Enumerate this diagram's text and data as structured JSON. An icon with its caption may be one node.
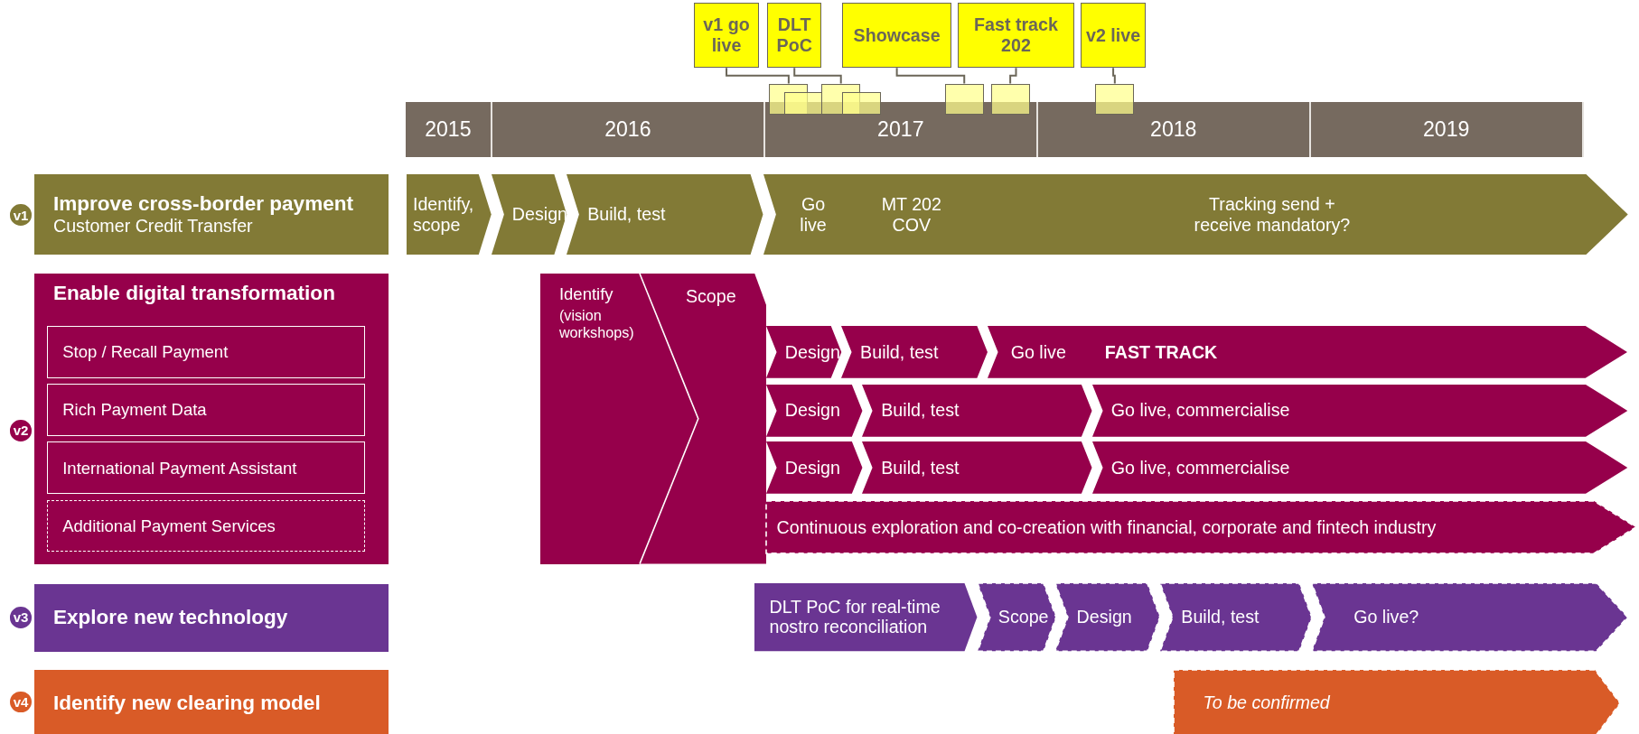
{
  "diagram": {
    "nodes": [
      {
        "text": [
          "v1 go live"
        ]
      },
      {
        "text": [
          "DLT PoC"
        ]
      },
      {
        "text": [
          "Showcase"
        ]
      },
      {
        "text": [
          "Fast track 202"
        ]
      },
      {
        "text": [
          "v2 live"
        ]
      },
      {
        "text": [],
        "shape": "box"
      },
      {
        "text": [],
        "shape": "box"
      },
      {
        "text": [],
        "shape": "box"
      },
      {
        "text": [],
        "shape": "box"
      },
      {
        "text": [],
        "shape": "box"
      },
      {
        "text": [],
        "shape": "box"
      },
      {
        "text": [],
        "shape": "box"
      },
      {
        "text": [
          "2015"
        ]
      },
      {
        "text": [
          "2016"
        ]
      },
      {
        "text": [
          "2017"
        ]
      },
      {
        "text": [
          "2018"
        ]
      },
      {
        "text": [
          "2019"
        ]
      },
      {
        "text": [
          "v1"
        ]
      },
      {
        "text": [
          "Improve cross-border payment",
          "Customer Credit Transfer"
        ]
      },
      {
        "text": [
          "Identify, scope"
        ]
      },
      {
        "text": [
          "Design"
        ]
      },
      {
        "text": [
          "Build, test"
        ]
      },
      {
        "text": [
          "Go live",
          "MT 202 COV",
          "Tracking send + receive mandatory?"
        ]
      },
      {
        "text": [
          "v2"
        ]
      },
      {
        "text": [
          "Enable digital transformation"
        ]
      },
      {
        "text": [
          "Stop / Recall Payment"
        ],
        "in": 24
      },
      {
        "text": [
          "Rich Payment Data"
        ],
        "in": 24
      },
      {
        "text": [
          "International Payment Assistant"
        ],
        "in": 24
      },
      {
        "text": [
          "Additional Payment Services"
        ],
        "in": 24
      },
      {
        "text": [
          "Identify",
          "(vision workshops)"
        ]
      },
      {
        "text": [
          "Scope"
        ]
      },
      {
        "text": [
          "Design"
        ]
      },
      {
        "text": [
          "Build, test"
        ]
      },
      {
        "text": [
          "Go live",
          "FAST TRACK"
        ]
      },
      {
        "text": [
          "Design"
        ]
      },
      {
        "text": [
          "Build, test"
        ]
      },
      {
        "text": [
          "Go live, commercialise"
        ]
      },
      {
        "text": [
          "Design"
        ]
      },
      {
        "text": [
          "Build, test"
        ]
      },
      {
        "text": [
          "Go live, commercialise"
        ]
      },
      {
        "text": [
          "Continuous exploration and co-creation with financial, corporate and fintech industry"
        ]
      },
      {
        "text": [
          "v3"
        ]
      },
      {
        "text": [
          "Explore new technology"
        ]
      },
      {
        "text": [
          "DLT PoC for real-time nostro reconciliation"
        ]
      },
      {
        "text": [
          "Scope"
        ]
      },
      {
        "text": [
          "Design"
        ]
      },
      {
        "text": [
          "Build, test"
        ]
      },
      {
        "text": [
          "Go live?"
        ]
      },
      {
        "text": [
          "v4"
        ]
      },
      {
        "text": [
          "Identify new clearing model"
        ]
      },
      {
        "text": [
          "To be confirmed"
        ]
      }
    ],
    "edges": [
      {
        "from": 0,
        "to": 5,
        "arrow": "none"
      },
      {
        "from": 1,
        "to": 7,
        "arrow": "none"
      },
      {
        "from": 2,
        "to": 9,
        "arrow": "none"
      },
      {
        "from": 3,
        "to": 10,
        "arrow": "none"
      },
      {
        "from": 4,
        "to": 11,
        "arrow": "none"
      }
    ]
  }
}
